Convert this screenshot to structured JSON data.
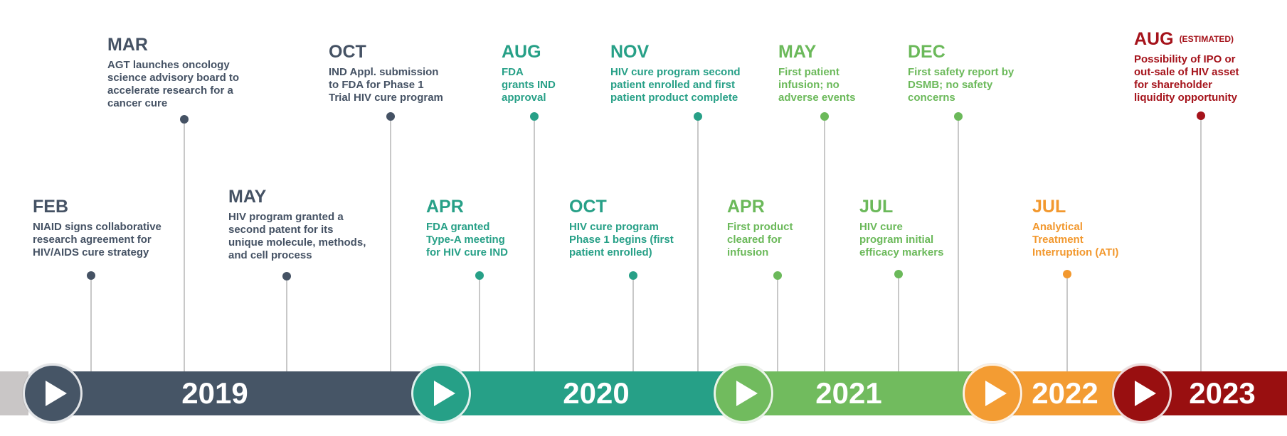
{
  "colors": {
    "y2019": "#465566",
    "y2020": "#26a087",
    "y2021": "#71bb5e",
    "y2022": "#f39c33",
    "y2023": "#990f10",
    "text2019": "#455264",
    "text2020": "#27a087",
    "text2021": "#6bb95a",
    "text2022": "#f2982e",
    "text2023": "#a5131b"
  },
  "years": [
    {
      "label": "2019",
      "icon": "play-icon"
    },
    {
      "label": "2020",
      "icon": "play-icon"
    },
    {
      "label": "2021",
      "icon": "play-icon"
    },
    {
      "label": "2022",
      "icon": "play-icon"
    },
    {
      "label": "2023",
      "icon": "play-icon"
    }
  ],
  "events": [
    {
      "month": "FEB",
      "lines": [
        "NIAID signs collaborative",
        "research agreement for",
        "HIV/AIDS cure strategy"
      ]
    },
    {
      "month": "MAR",
      "lines": [
        "AGT launches oncology",
        "science advisory board to",
        "accelerate research for a",
        "cancer cure"
      ]
    },
    {
      "month": "MAY",
      "lines": [
        "HIV program granted a",
        "second patent for its",
        "unique molecule, methods,",
        "and cell process"
      ]
    },
    {
      "month": "OCT",
      "lines": [
        "IND Appl. submission",
        "to FDA for Phase 1",
        "Trial HIV cure program"
      ]
    },
    {
      "month": "APR",
      "lines": [
        "FDA granted",
        "Type-A meeting",
        "for HIV cure IND"
      ]
    },
    {
      "month": "AUG",
      "lines": [
        "FDA",
        "grants IND",
        "approval"
      ]
    },
    {
      "month": "OCT",
      "lines": [
        "HIV cure program",
        "Phase 1 begins (first",
        "patient enrolled)"
      ]
    },
    {
      "month": "NOV",
      "lines": [
        "HIV cure program second",
        "patient enrolled and first",
        "patient product complete"
      ]
    },
    {
      "month": "APR",
      "lines": [
        "First product",
        "cleared for",
        "infusion"
      ]
    },
    {
      "month": "MAY",
      "lines": [
        "First patient",
        "infusion; no",
        "adverse events"
      ]
    },
    {
      "month": "JUL",
      "lines": [
        "HIV cure",
        "program initial",
        "efficacy markers"
      ]
    },
    {
      "month": "DEC",
      "lines": [
        "First safety report by",
        "DSMB; no safety",
        "concerns"
      ]
    },
    {
      "month": "JUL",
      "lines": [
        "Analytical",
        "Treatment",
        "Interruption (ATI)"
      ]
    },
    {
      "month": "AUG",
      "month_note": "(ESTIMATED)",
      "lines": [
        "Possibility of IPO or",
        "out-sale of HIV asset",
        "for shareholder",
        "liquidity opportunity"
      ]
    }
  ]
}
